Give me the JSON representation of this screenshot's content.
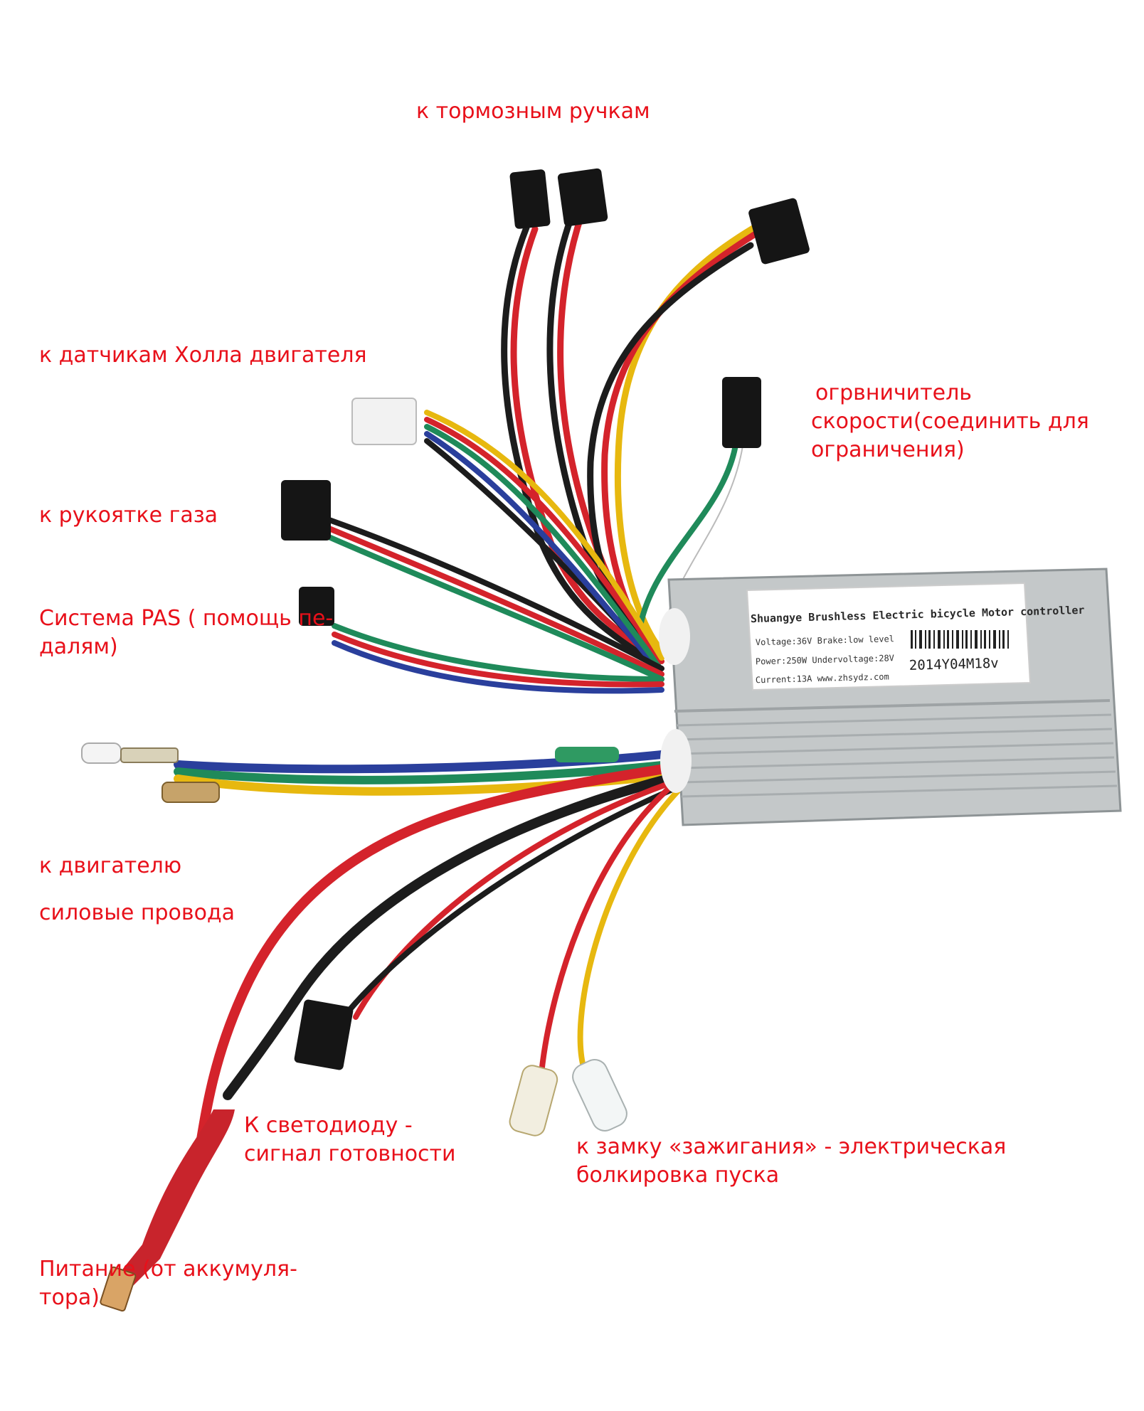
{
  "labels": {
    "brake": "к тормозным ручкам",
    "hall": "к датчикам Холла двигателя",
    "limiter": [
      "огрвничитель",
      "скорости(соединить для",
      "ограничения)"
    ],
    "throttle": "к рукоятке газа",
    "pas": [
      "Система PAS ( помощь пе-",
      "далям)"
    ],
    "motor": "к двигателю",
    "power_wires": "силовые провода",
    "led": [
      "К светодиоду -",
      "сигнал готовности"
    ],
    "ignition": [
      "к замку «зажигания» - электрическая",
      "болкировка пуска"
    ],
    "supply": [
      "Питание (от аккумуля-",
      "тора)"
    ]
  },
  "controller": {
    "line1": "Shuangye Brushless Electric bicycle Motor controller",
    "line2": "Voltage:36V  Brake:low level",
    "line3": "Power:250W  Undervoltage:28V",
    "line4": "Current:13A   www.zhsydz.com",
    "serial": "2014Y04M18v"
  },
  "colors": {
    "label": "#e8101a",
    "red_wire": "#d4232b",
    "black_wire": "#1c1c1c",
    "yellow_wire": "#e7b80f",
    "green_wire": "#1f8a5a",
    "blue_wire": "#2a3f9c",
    "housing": "#c4c8c9"
  }
}
